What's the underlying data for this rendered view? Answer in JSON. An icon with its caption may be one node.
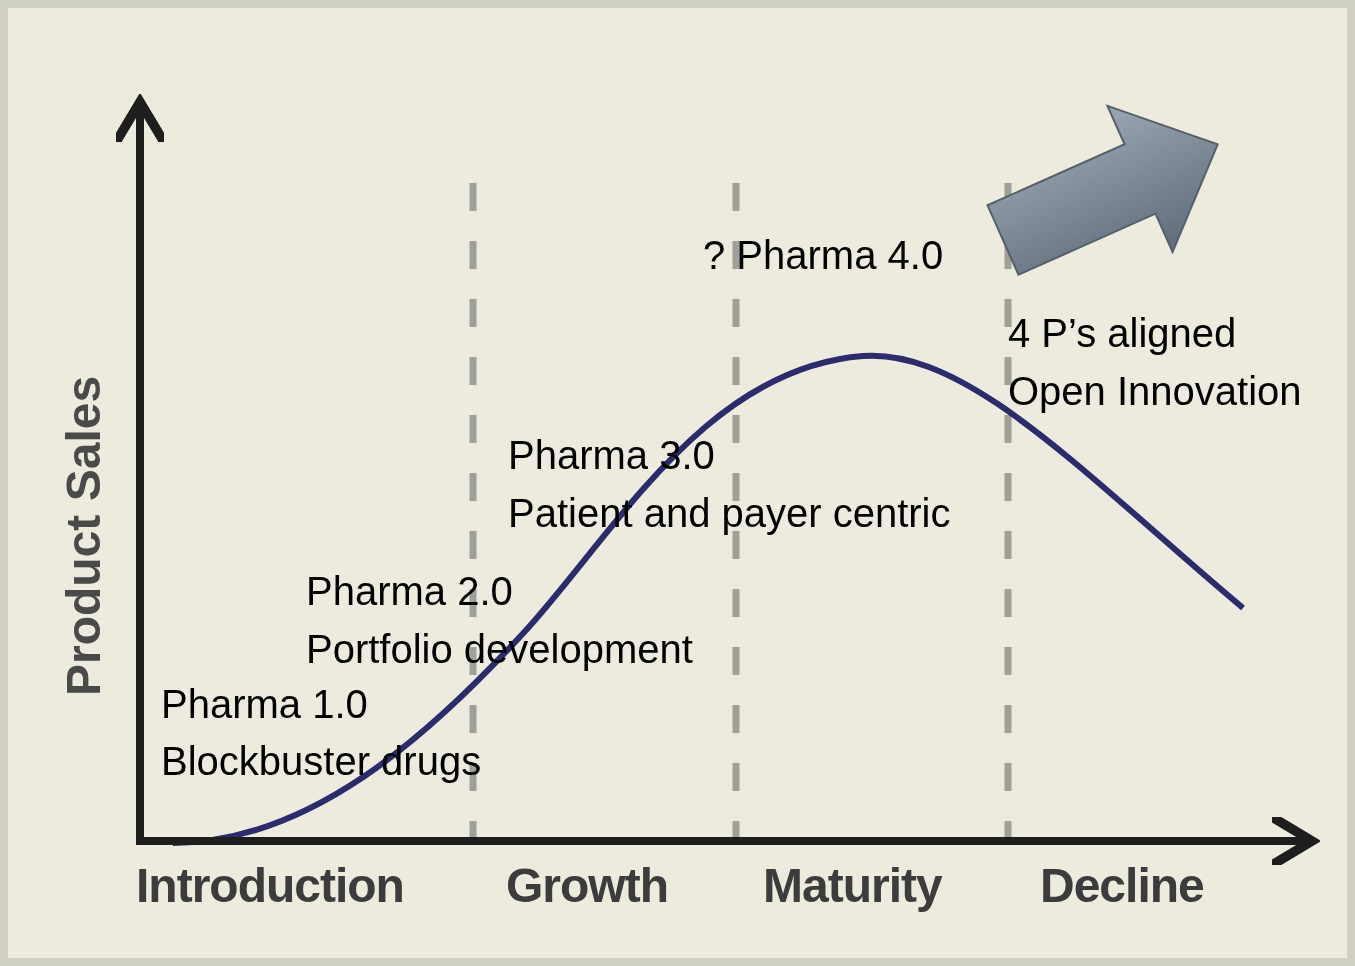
{
  "diagram": {
    "labels": [
      "Product Sales",
      "? Pharma 4.0",
      "4 P’s aligned",
      "Open Innovation",
      "Pharma 3.0",
      "Patient and payer centric",
      "Pharma 2.0",
      "Portfolio development",
      "Pharma 1.0",
      "Blockbuster drugs",
      "Introduction",
      "Growth",
      "Maturity",
      "Decline"
    ]
  }
}
